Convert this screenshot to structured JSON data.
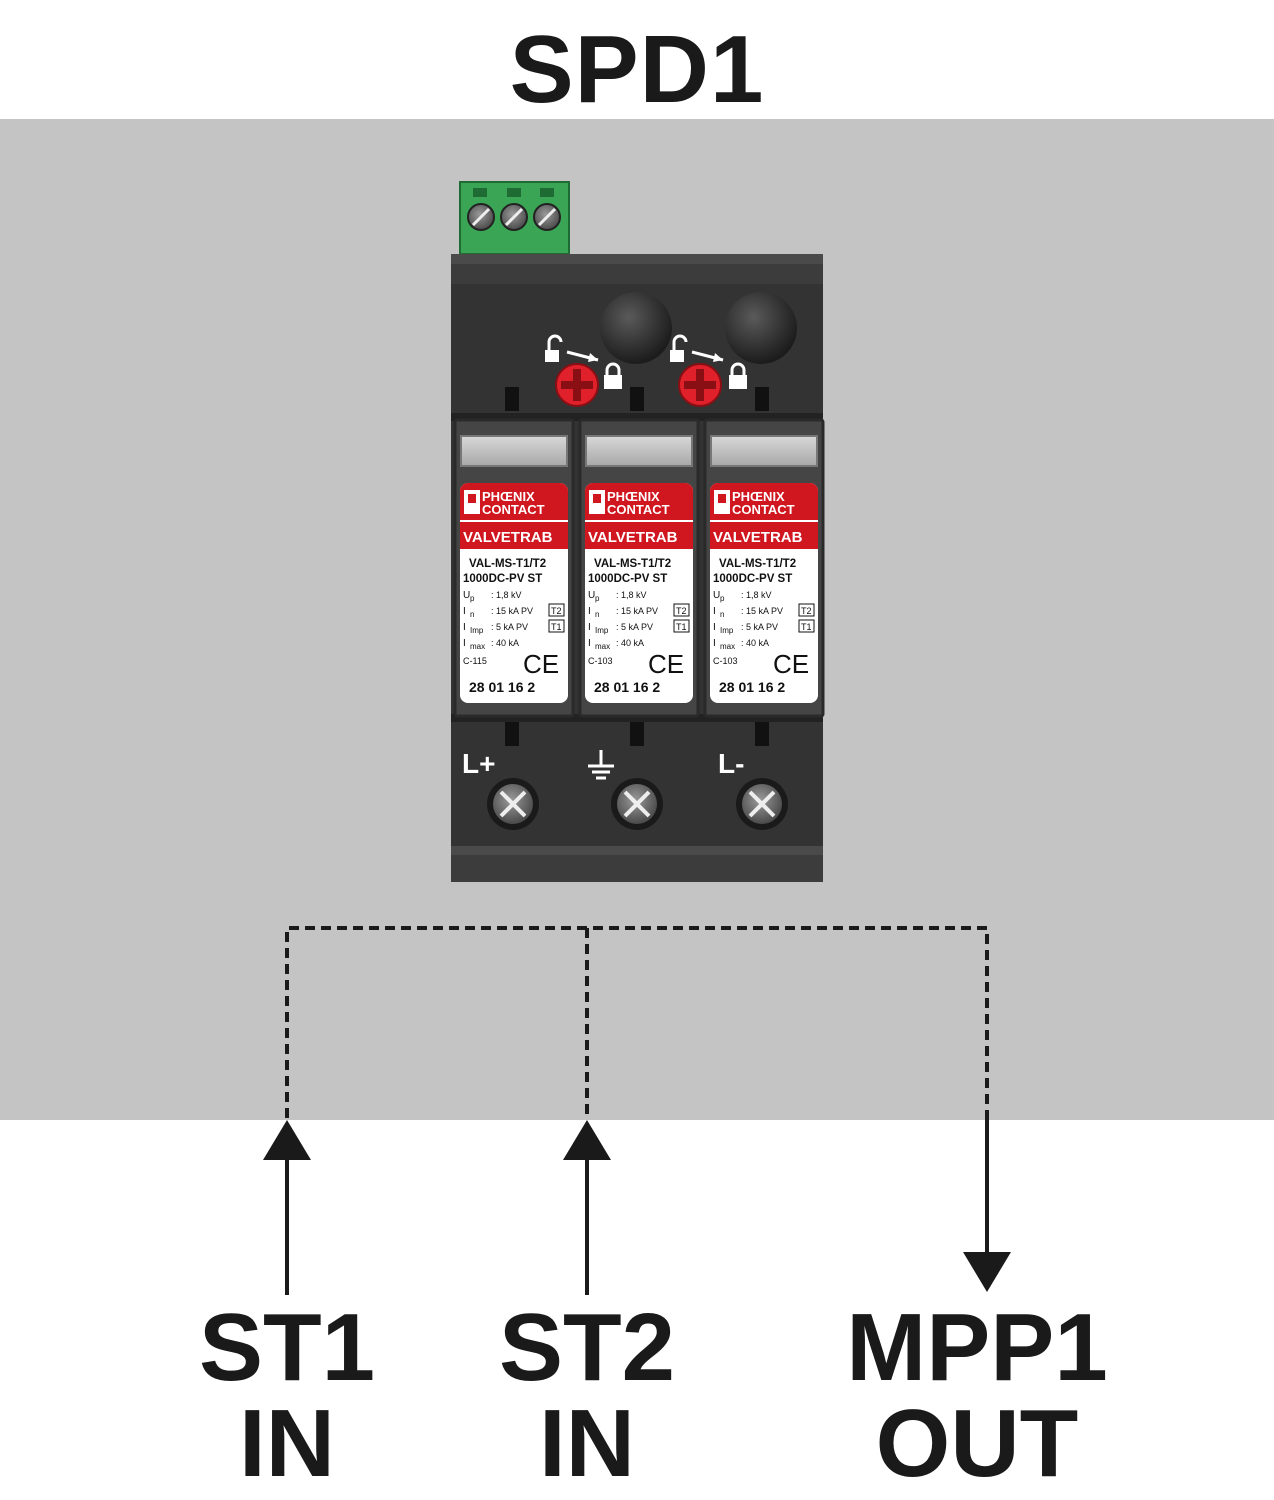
{
  "title": "SPD1",
  "device": {
    "brand_line1": "PHŒNIX",
    "brand_line2": "CONTACT",
    "product": "VALVETRAB",
    "modules": [
      {
        "model_line1": "VAL-MS-T1/T2",
        "model_line2": "1000DC-PV ST",
        "up": ": 1,8 kV",
        "in": ": 15 kA PV",
        "in_class": "T2",
        "imp": ": 5   kA PV",
        "imp_class": "T1",
        "imax": ": 40 kA",
        "cert": "C-115",
        "ce": "CE",
        "part_number": "28 01 16 2"
      },
      {
        "model_line1": "VAL-MS-T1/T2",
        "model_line2": "1000DC-PV ST",
        "up": ": 1,8 kV",
        "in": ": 15 kA PV",
        "in_class": "T2",
        "imp": ": 5   kA PV",
        "imp_class": "T1",
        "imax": ": 40 kA",
        "cert": "C-103",
        "ce": "CE",
        "part_number": "28 01 16 2"
      },
      {
        "model_line1": "VAL-MS-T1/T2",
        "model_line2": "1000DC-PV ST",
        "up": ": 1,8 kV",
        "in": ": 15 kA PV",
        "in_class": "T2",
        "imp": ": 5   kA PV",
        "imp_class": "T1",
        "imax": ": 40 kA",
        "cert": "C-103",
        "ce": "CE",
        "part_number": "28 01 16 2"
      }
    ],
    "terminals": {
      "left": "L+",
      "right": "L-"
    },
    "param_labels": {
      "up": "U",
      "up_sub": "p",
      "in": "I",
      "in_sub": "n",
      "imp": "I",
      "imp_sub": "Imp",
      "imax": "I",
      "imax_sub": "max"
    }
  },
  "connections": [
    {
      "line1": "ST1",
      "line2": "IN",
      "direction": "up"
    },
    {
      "line1": "ST2",
      "line2": "IN",
      "direction": "up"
    },
    {
      "line1": "MPP1",
      "line2": "OUT",
      "direction": "down"
    }
  ],
  "colors": {
    "panel": "#c4c4c4",
    "housing": "#333333",
    "connector": "#3aa655",
    "label_red": "#d0161f",
    "screw_red": "#e0202a",
    "wire": "#1a1a1a"
  }
}
